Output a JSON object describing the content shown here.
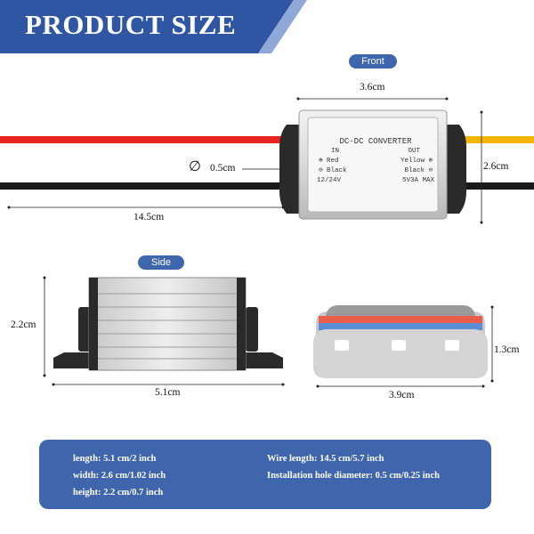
{
  "banner": {
    "title": "PRODUCT SIZE"
  },
  "labels": {
    "front": "Front",
    "side": "Side"
  },
  "front": {
    "width": "3.6cm",
    "height": "2.6cm",
    "hole_symbol": "∅",
    "hole": "0.5cm",
    "wire": "14.5cm",
    "module_text": {
      "title": "DC-DC CONVERTER",
      "in": "IN",
      "out": "OUT",
      "red": "Red",
      "yellow": "Yellow",
      "black_in": "Black",
      "black_out": "Black",
      "input": "12/24V",
      "output": "5V3A MAX"
    }
  },
  "side": {
    "height": "2.2cm",
    "length": "5.1cm"
  },
  "connector": {
    "width": "3.9cm",
    "height": "1.3cm"
  },
  "specs": {
    "length": "length: 5.1 cm/2 inch",
    "width": "width: 2.6 cm/1.02 inch",
    "height": "height: 2.2 cm/0.7 inch",
    "wire_length": "Wire length: 14.5 cm/5.7 inch",
    "hole_diameter": "Installation hole diameter: 0.5 cm/0.25 inch"
  },
  "colors": {
    "brand_blue": "#3f66ad",
    "banner_blue": "#2f56a3",
    "wire_red": "#e8231e",
    "wire_yellow": "#f7b500",
    "wire_black": "#1a1a1a"
  }
}
